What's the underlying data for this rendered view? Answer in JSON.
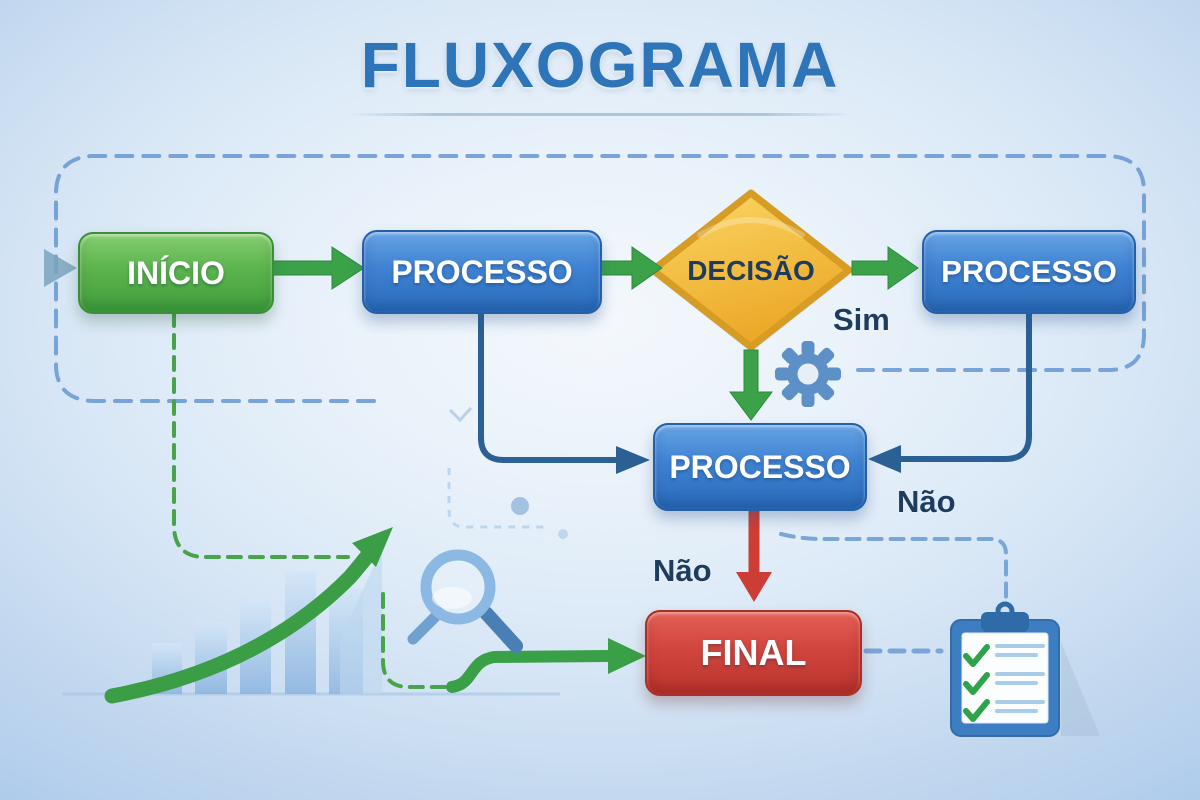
{
  "title": {
    "text": "FLUXOGRAMA"
  },
  "flowchart": {
    "nodes": {
      "inicio": {
        "label": "INÍCIO",
        "type": "start",
        "color": "#52ae47"
      },
      "processo_1": {
        "label": "PROCESSO",
        "type": "process",
        "color": "#3c7ecf"
      },
      "decisao": {
        "label": "DECISÃO",
        "type": "decision",
        "color": "#f2b93b"
      },
      "processo_2": {
        "label": "PROCESSO",
        "type": "process",
        "color": "#3c7ecf"
      },
      "processo_3": {
        "label": "PROCESSO",
        "type": "process",
        "color": "#3c7ecf"
      },
      "final": {
        "label": "FINAL",
        "type": "end",
        "color": "#cf423b"
      }
    },
    "edge_labels": {
      "sim": "Sim",
      "nao_right": "Não",
      "nao_below": "Não"
    }
  },
  "decor": {
    "icons": [
      "gear-icon",
      "magnifier-icon",
      "bar-chart-icon",
      "growth-arrow-icon",
      "clipboard-checklist-icon",
      "start-pointer-icon"
    ]
  },
  "colors": {
    "title_blue": "#2d74b8",
    "node_green": "#52ae47",
    "node_blue": "#3c7ecf",
    "node_red": "#cf423b",
    "diamond_yellow": "#f2b93b",
    "arrow_green": "#3ba24a",
    "connector_blue": "#2b6094",
    "arrow_red": "#ce3d35",
    "dashed_border_blue": "#6596d2",
    "dashed_green": "#47a44b",
    "label_navy": "#1d3c5e",
    "background_center": "#f1f6fb",
    "background_edge": "#aecbec"
  }
}
